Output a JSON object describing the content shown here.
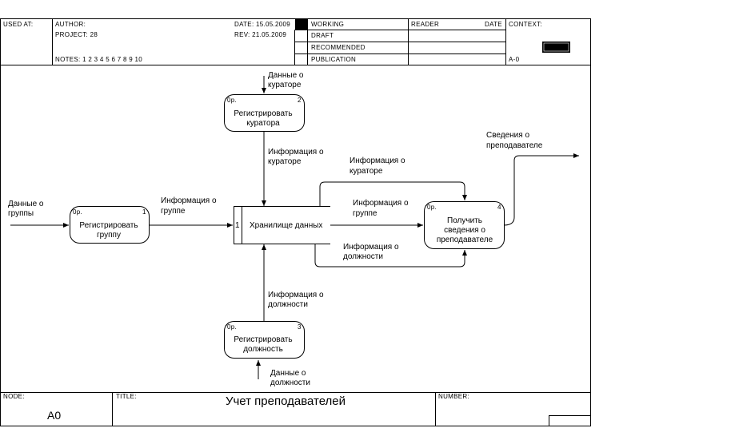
{
  "header": {
    "used_at": "USED AT:",
    "author": "AUTHOR:",
    "project": "PROJECT:  28",
    "notes": "NOTES:  1  2  3  4  5  6  7  8  9  10",
    "date": "DATE: 15.05.2009",
    "rev": "REV:   21.05.2009",
    "status": [
      "WORKING",
      "DRAFT",
      "RECOMMENDED",
      "PUBLICATION"
    ],
    "reader": "READER",
    "reader_date": "DATE",
    "context": "CONTEXT:",
    "node_ref": "A-0"
  },
  "footer": {
    "node_label": "NODE:",
    "node_value": "A0",
    "title_label": "TITLE:",
    "title_value": "Учет преподавателей",
    "number_label": "NUMBER:"
  },
  "boxes": {
    "curator": {
      "line1": "Регистрировать",
      "line2": "куратора",
      "num": "2",
      "tag": "0р."
    },
    "group": {
      "line1": "Регистрировать",
      "line2": "группу",
      "num": "1",
      "tag": "0р."
    },
    "position": {
      "line1": "Регистрировать",
      "line2": "должность",
      "num": "3",
      "tag": "0р."
    },
    "info": {
      "line1": "Получить",
      "line2": "сведения о",
      "line3": "преподавателе",
      "num": "4",
      "tag": "0р."
    },
    "store": {
      "num": "1",
      "label": "Хранилище данных"
    }
  },
  "arrows": {
    "in_curator": {
      "l1": "Данные о",
      "l2": "кураторе"
    },
    "in_group": {
      "l1": "Данные о",
      "l2": "группы"
    },
    "in_position": {
      "l1": "Данные о",
      "l2": "должности"
    },
    "curator_store": {
      "l1": "Информация о",
      "l2": "кураторе"
    },
    "group_store": {
      "l1": "Информация о",
      "l2": "группе"
    },
    "position_store": {
      "l1": "Информация о",
      "l2": "должности"
    },
    "store_info_curator": {
      "l1": "Информация о",
      "l2": "кураторе"
    },
    "store_info_group": {
      "l1": "Информация о",
      "l2": "группе"
    },
    "store_info_position": {
      "l1": "Информация о",
      "l2": "должности"
    },
    "out_teacher": {
      "l1": "Сведения о",
      "l2": "преподавателе"
    }
  }
}
